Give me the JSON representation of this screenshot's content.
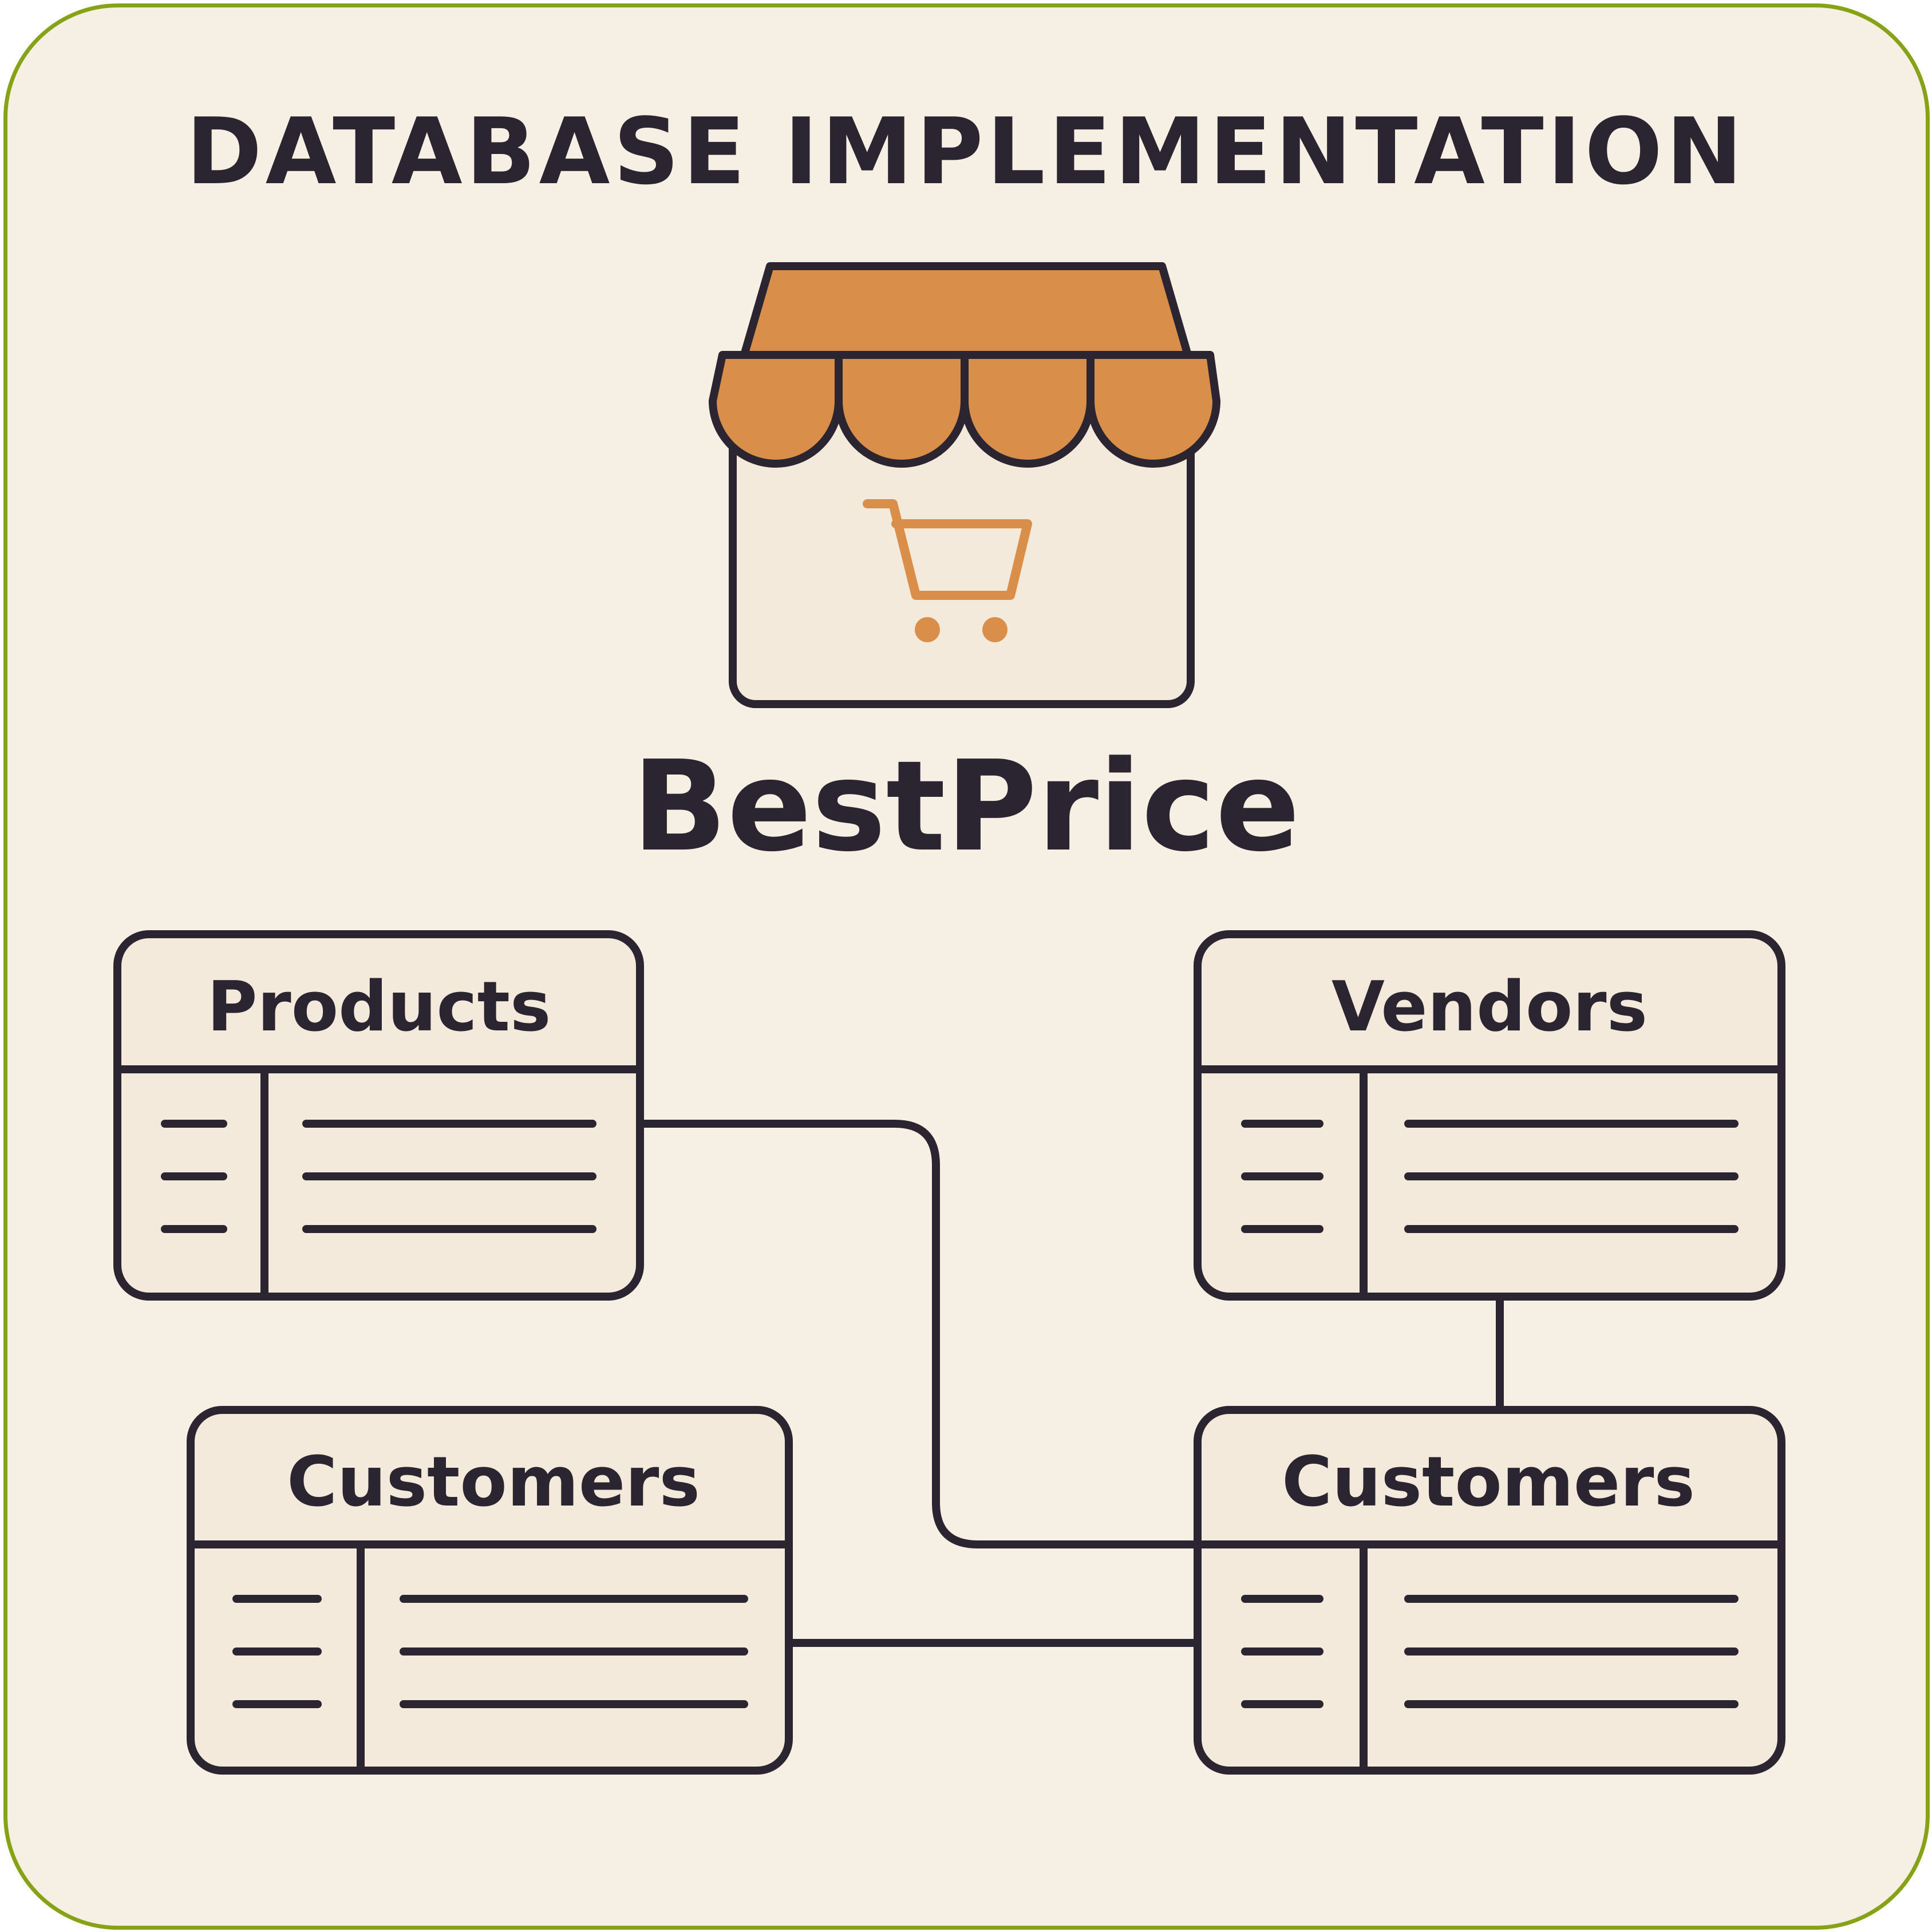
{
  "title": "DATABASE IMPLEMENTATION",
  "brand": "BestPrice",
  "icons": {
    "store": "storefront-icon",
    "cart": "shopping-cart-icon"
  },
  "colors": {
    "background": "#f6efe3",
    "border": "#86a317",
    "ink": "#2b2431",
    "accent": "#d98f4a",
    "table_header": "#f1e7d5"
  },
  "tables": [
    {
      "id": "products",
      "name": "Products"
    },
    {
      "id": "vendors",
      "name": "Vendors"
    },
    {
      "id": "customers-left",
      "name": "Customers"
    },
    {
      "id": "customers-right",
      "name": "Customers"
    }
  ],
  "relationships": [
    {
      "from": "products",
      "to": "customers-right"
    },
    {
      "from": "vendors",
      "to": "customers-right"
    },
    {
      "from": "customers-left",
      "to": "customers-right"
    }
  ]
}
